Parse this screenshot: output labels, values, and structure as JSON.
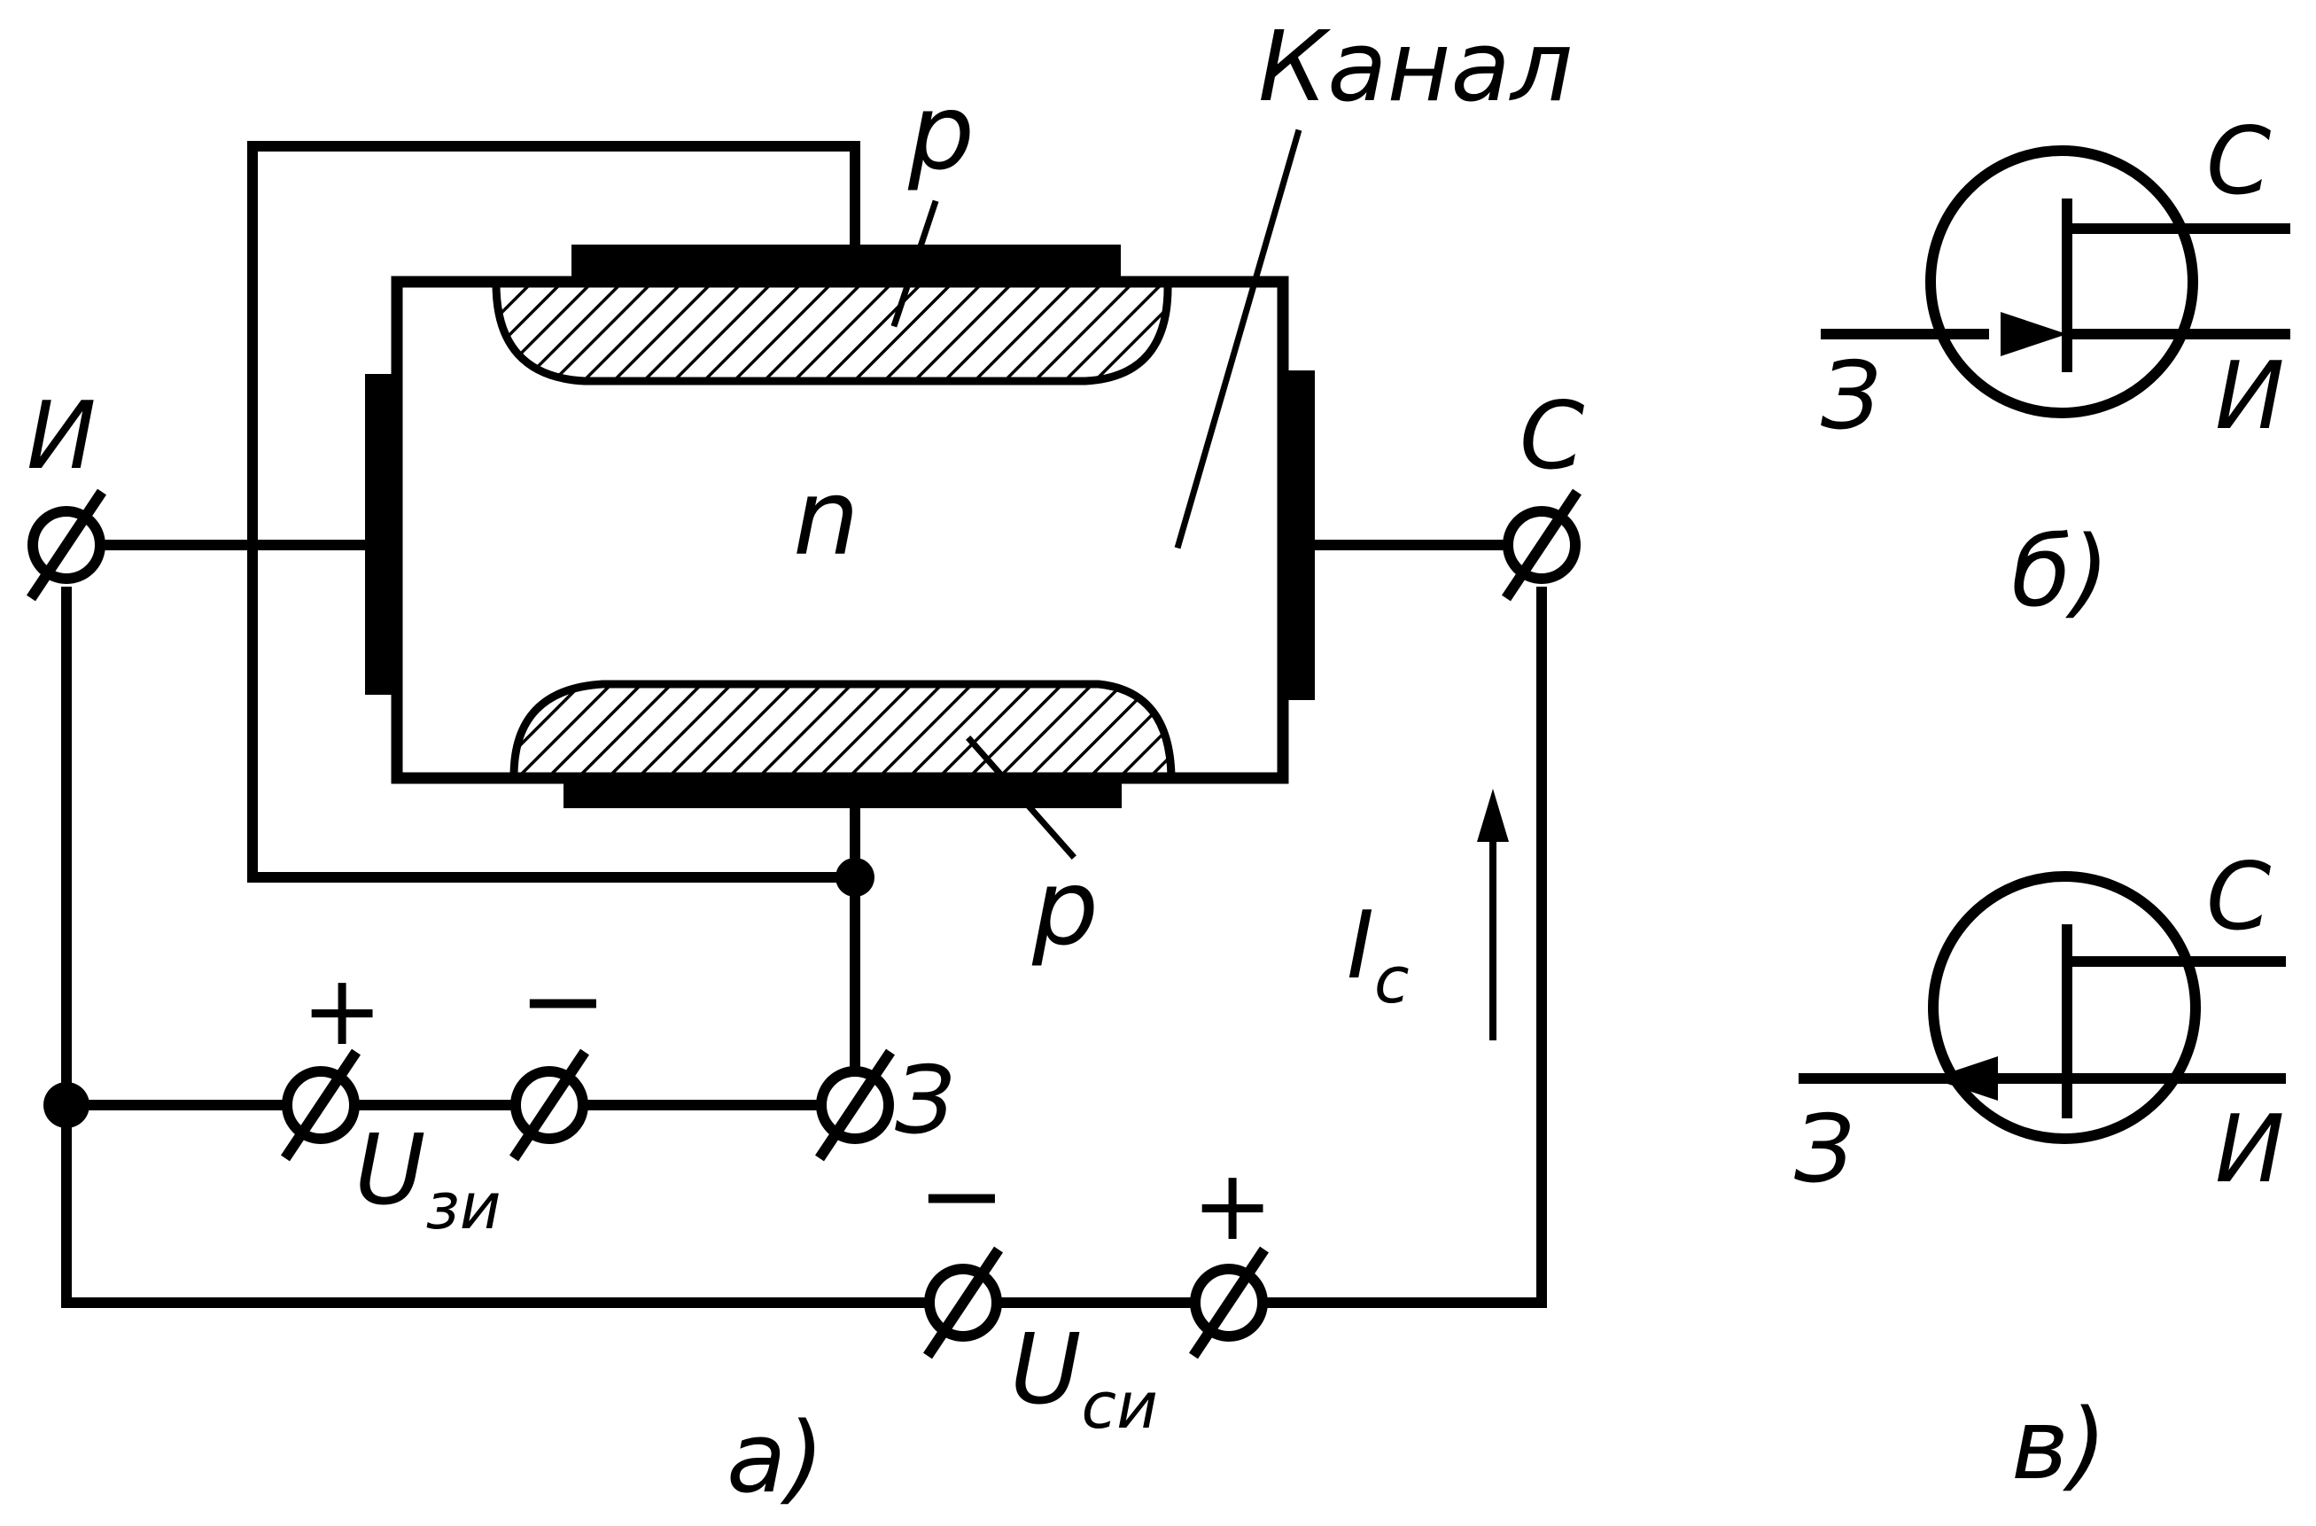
{
  "diagram_a": {
    "caption": "а)",
    "label_channel": "Канал",
    "label_p_top": "p",
    "label_p_bottom": "p",
    "label_n": "n",
    "terminal_source": "И",
    "terminal_drain": "С",
    "terminal_gate": "З",
    "voltage_gs": {
      "main": "U",
      "sub": "зи"
    },
    "voltage_ds": {
      "main": "U",
      "sub": "си"
    },
    "current": {
      "main": "I",
      "sub": "с"
    },
    "sign_gs_plus": "+",
    "sign_gs_minus": "−",
    "sign_ds_minus": "−",
    "sign_ds_plus": "+"
  },
  "diagram_b": {
    "caption": "б)",
    "terminal_drain": "С",
    "terminal_gate": "З",
    "terminal_source": "И"
  },
  "diagram_c": {
    "caption": "в)",
    "terminal_drain": "С",
    "terminal_gate": "З",
    "terminal_source": "И"
  }
}
